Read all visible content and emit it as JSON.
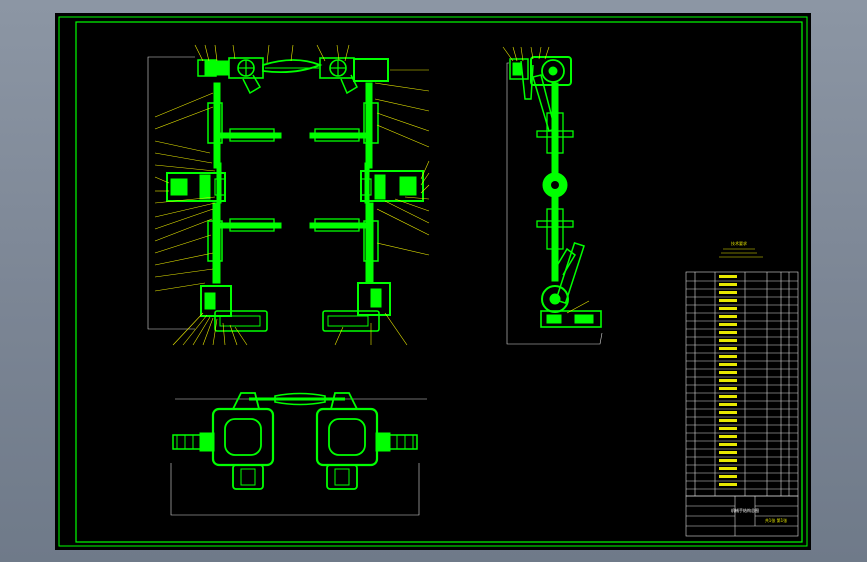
{
  "sheet": {
    "frame_color": "#00ff00",
    "background": "#000000",
    "leader_color": "#e8e800",
    "dimension_color": "#dcdcdc"
  },
  "views": [
    "front-view",
    "side-view",
    "top-view"
  ],
  "title_block": {
    "notes_heading": "技术要求",
    "drawing_name": "机械手结构总图",
    "sheet_label": "共1张 第1张"
  }
}
